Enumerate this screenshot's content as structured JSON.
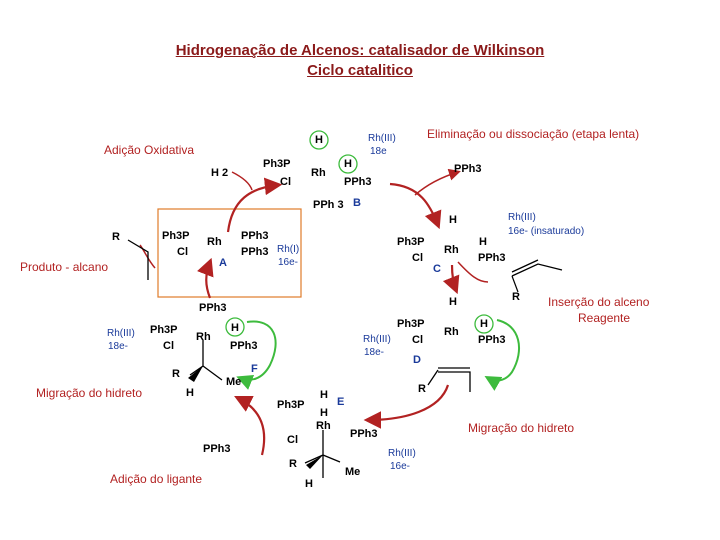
{
  "title": {
    "line1": "Hidrogenação de Alcenos:  catalisador de Wilkinson",
    "line2": "Ciclo catalitico"
  },
  "labels": {
    "oxidative_addition": "Adição Oxidativa",
    "elimination": "Eliminação ou dissociação (etapa lenta)",
    "product": "Produto - alcano",
    "alkene_insertion": "Inserção do alceno",
    "reagent": "Reagente",
    "hydride_migration_left": "Migração do hidreto",
    "hydride_migration_right": "Migração do hidreto",
    "ligand_addition": "Adição do ligante"
  },
  "species": {
    "A": {
      "letter": "A",
      "rh_state": "Rh(I)",
      "electrons": "16e-"
    },
    "B": {
      "letter": "B",
      "rh_state": "Rh(III)",
      "electrons": "18e"
    },
    "C": {
      "letter": "C",
      "rh_state": "Rh(III)",
      "electrons": "16e- (insaturado)"
    },
    "D": {
      "letter": "D",
      "rh_state": "Rh(III)",
      "electrons": "18e-"
    },
    "E": {
      "letter": "E",
      "rh_state": "Rh(III)",
      "electrons": "16e-"
    },
    "F": {
      "letter": "F",
      "rh_state": "Rh(III)",
      "electrons": "18e-"
    }
  },
  "atoms": {
    "rh": "Rh",
    "ph3p": "Ph3P",
    "pph3": "PPh3",
    "pph3_b": "PPh 3",
    "cl": "Cl",
    "h": "H",
    "h2": "H 2",
    "r": "R",
    "me": "Me"
  },
  "colors": {
    "title": "#8b1a1a",
    "step_label": "#b22222",
    "state_label": "#1a3a9a",
    "arrow": "#b22222",
    "green_arrow": "#3dbb3d",
    "box": "#e07b2a"
  }
}
